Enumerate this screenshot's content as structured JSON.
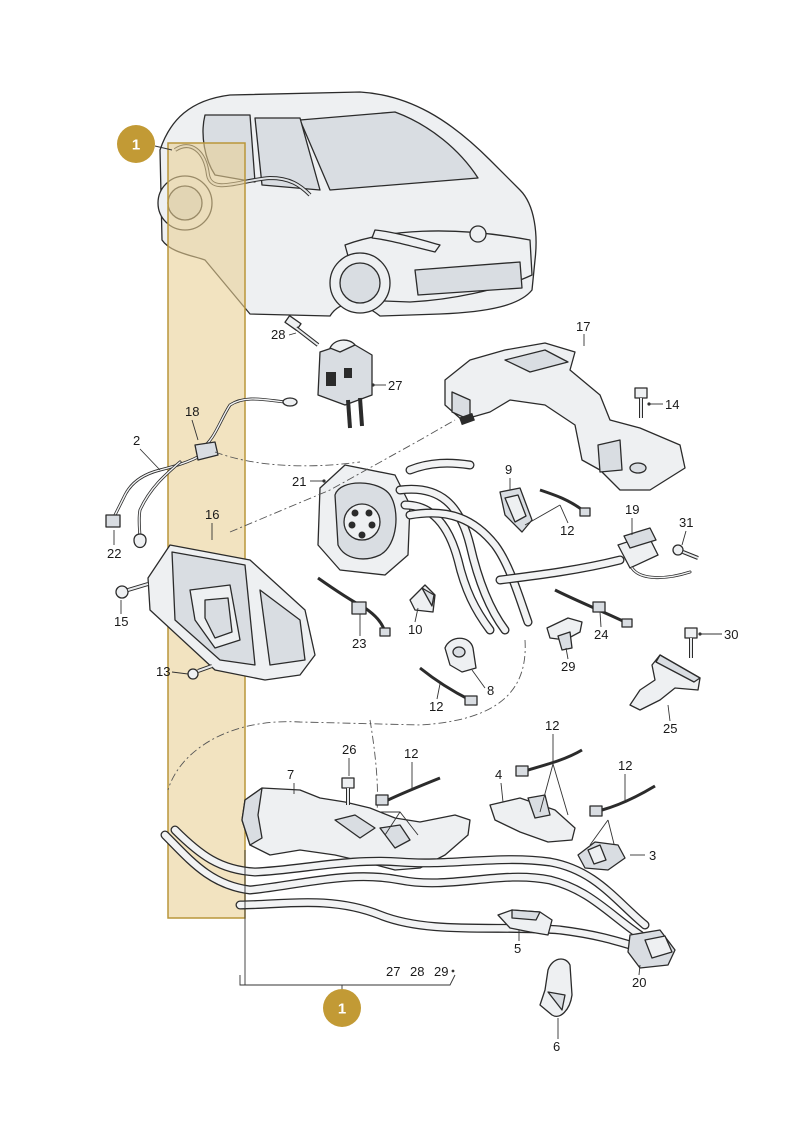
{
  "highlight_color": "#b9963a",
  "badge_color": "#c29a35",
  "callouts": [
    {
      "id": "1",
      "name": "callout-1-top"
    },
    {
      "id": "1",
      "name": "callout-1-bottom"
    }
  ],
  "labels": {
    "p2": "2",
    "p3": "3",
    "p4": "4",
    "p5": "5",
    "p6": "6",
    "p7": "7",
    "p8": "8",
    "p9": "9",
    "p10": "10",
    "p12a": "12",
    "p12b": "12",
    "p12c": "12",
    "p12d": "12",
    "p12e": "12",
    "p13": "13",
    "p14": "14",
    "p15": "15",
    "p16": "16",
    "p17": "17",
    "p18": "18",
    "p19": "19",
    "p20": "20",
    "p21": "21",
    "p22": "22",
    "p23": "23",
    "p24": "24",
    "p25": "25",
    "p26": "26",
    "p27a": "27",
    "p28": "28",
    "p29a": "29",
    "p30": "30",
    "p31": "31",
    "b27": "27",
    "b28": "28",
    "b29": "29"
  }
}
